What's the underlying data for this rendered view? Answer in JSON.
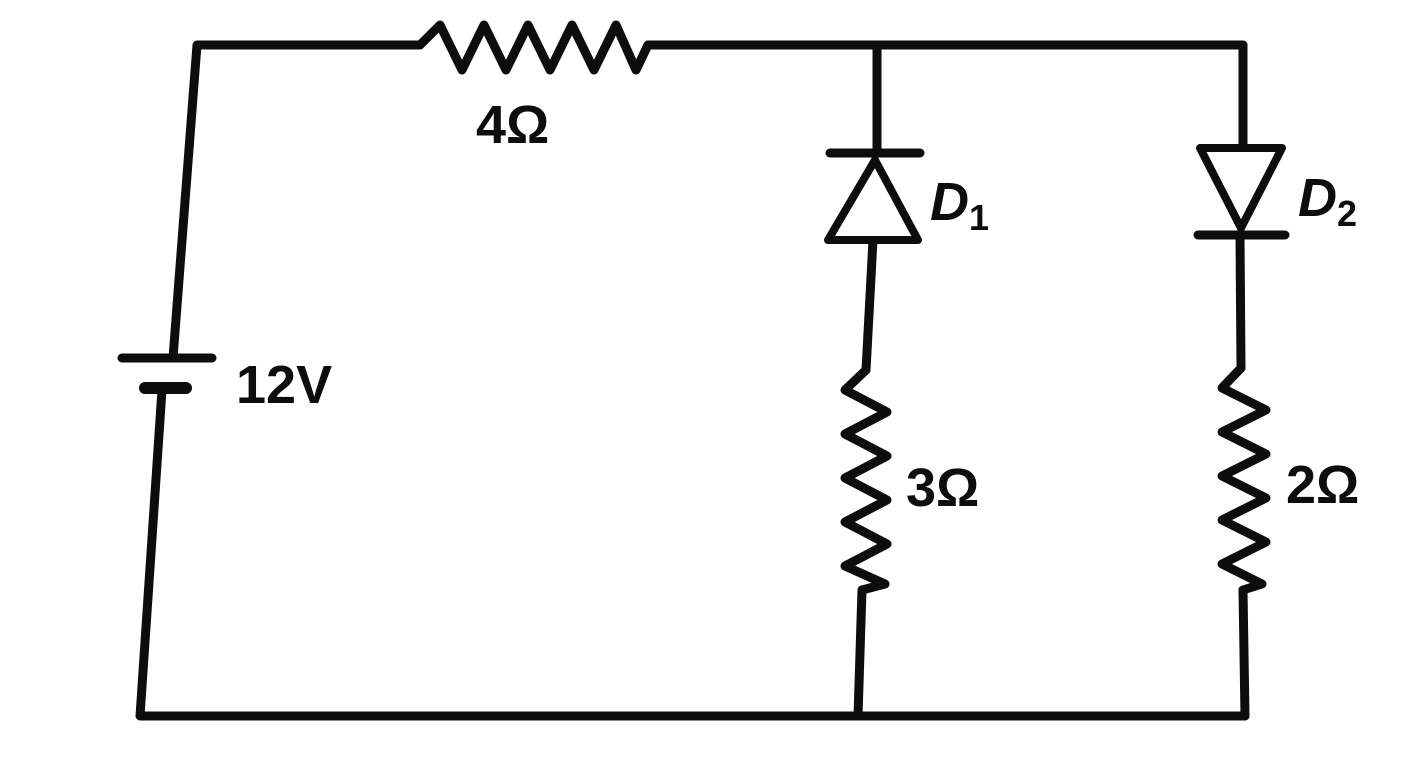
{
  "components": {
    "battery": {
      "label": "12V"
    },
    "resistor_top": {
      "label": "4Ω"
    },
    "diode_1": {
      "letter": "D",
      "subscript": "1"
    },
    "diode_2": {
      "letter": "D",
      "subscript": "2"
    },
    "resistor_mid": {
      "label": "3Ω"
    },
    "resistor_right": {
      "label": "2Ω"
    }
  }
}
